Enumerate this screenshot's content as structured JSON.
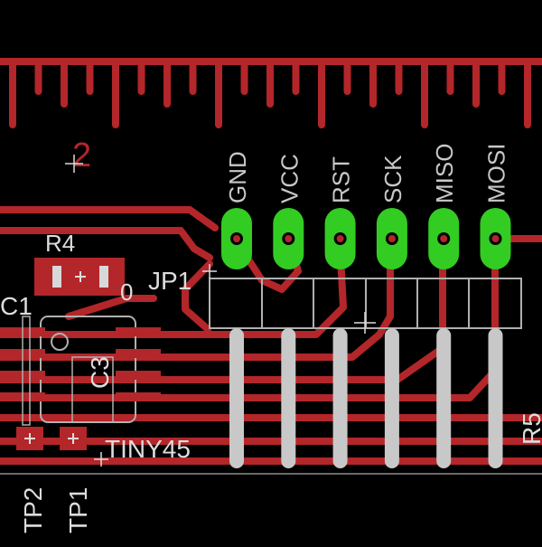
{
  "ruler": {
    "number_label": "2"
  },
  "header_pins": [
    "GND",
    "VCC",
    "RST",
    "SCK",
    "MISO",
    "MOSI"
  ],
  "labels": {
    "jp1": "JP1",
    "jp1_zero": "0",
    "r4": "R4",
    "c1": "C1",
    "c3": "C3",
    "ic": "TINY45",
    "tp1": "TP1",
    "tp2": "TP2",
    "r5": "R5"
  },
  "colors": {
    "background": "#000000",
    "copper": "#b3262a",
    "silkscreen": "#c8c8c8",
    "via_pad": "#33cc22",
    "outline": "#a0a0a0"
  }
}
